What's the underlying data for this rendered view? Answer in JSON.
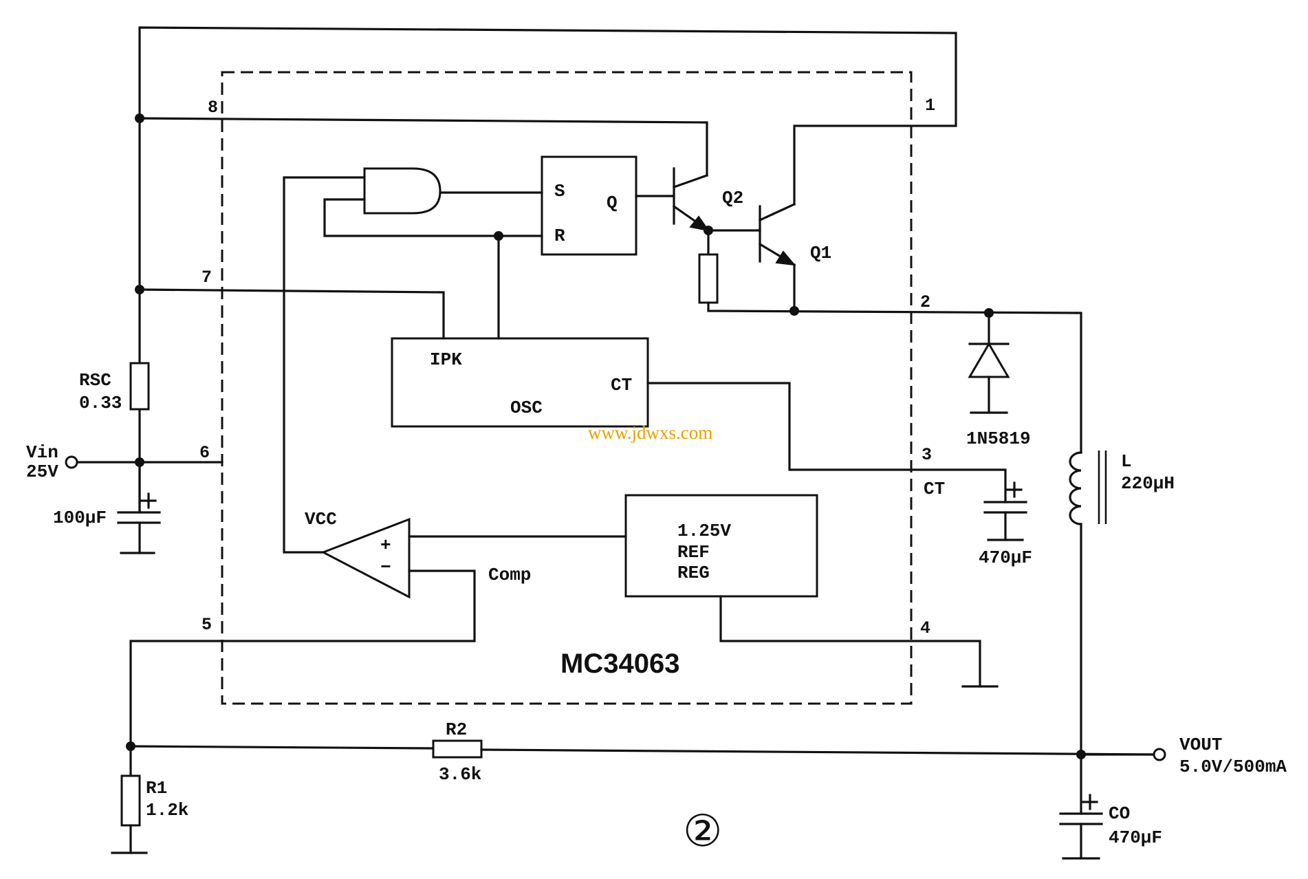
{
  "ic": {
    "name": "MC34063"
  },
  "pins": {
    "p1": "1",
    "p2": "2",
    "p3": "3",
    "p4": "4",
    "p5": "5",
    "p6": "6",
    "p7": "7",
    "p8": "8"
  },
  "flipflop": {
    "s": "S",
    "r": "R",
    "q": "Q"
  },
  "oscillator": {
    "ipk": "IPK",
    "osc": "OSC",
    "ct": "CT"
  },
  "reference": {
    "line1": "1.25V",
    "line2": "REF",
    "line3": "REG"
  },
  "comparator": {
    "plus": "+",
    "minus": "−",
    "vcc": "VCC",
    "comp": "Comp"
  },
  "transistors": {
    "q1": "Q1",
    "q2": "Q2"
  },
  "components": {
    "rsc": {
      "name": "RSC",
      "value": "0.33"
    },
    "vin": {
      "name": "Vin",
      "value": "25V"
    },
    "cin": {
      "value": "100μF"
    },
    "diode": {
      "name": "1N5819"
    },
    "ct_cap": {
      "name": "CT",
      "value": "470μF"
    },
    "inductor": {
      "name": "L",
      "value": "220μH"
    },
    "r2": {
      "name": "R2",
      "value": "3.6k"
    },
    "r1": {
      "name": "R1",
      "value": "1.2k"
    },
    "vout": {
      "name": "VOUT",
      "value": "5.0V/500mA"
    },
    "co": {
      "name": "CO",
      "value": "470μF"
    }
  },
  "watermark": "www.jdwxs.com",
  "figure_number": "②"
}
